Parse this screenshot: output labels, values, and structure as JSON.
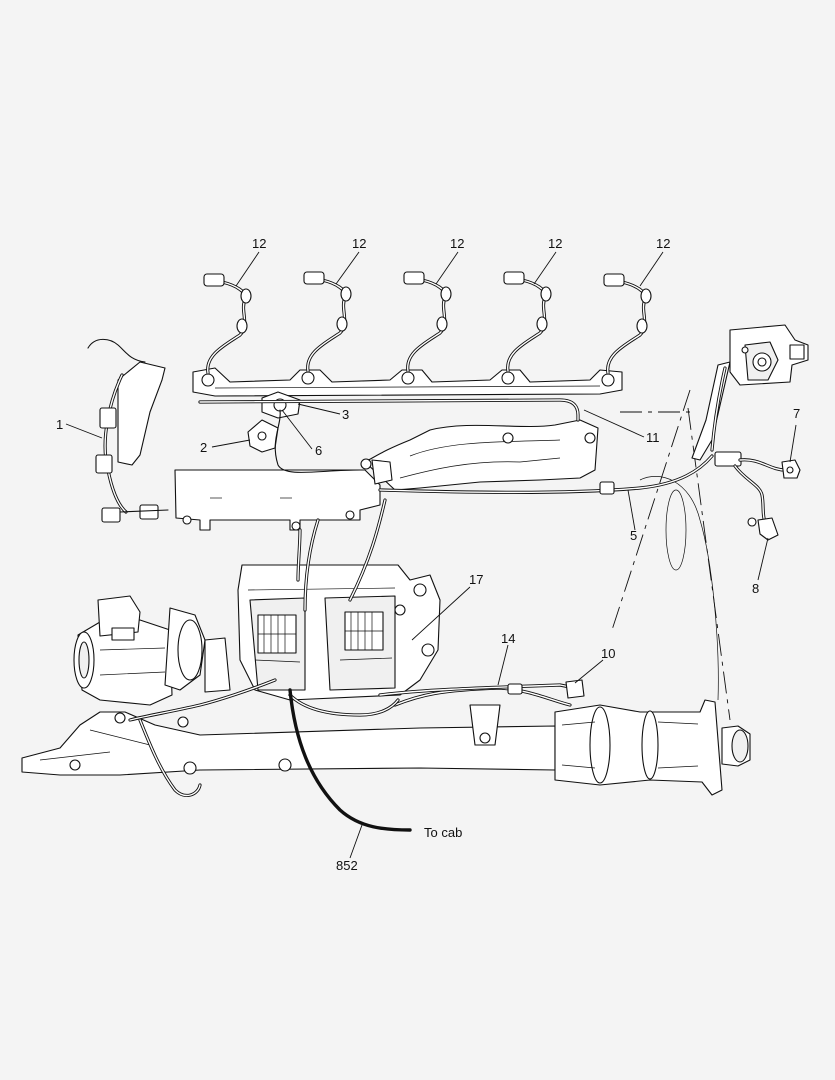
{
  "diagram": {
    "callouts": {
      "c1": "1",
      "c2": "2",
      "c3": "3",
      "c5": "5",
      "c6": "6",
      "c7": "7",
      "c8": "8",
      "c10": "10",
      "c11": "11",
      "c12a": "12",
      "c12b": "12",
      "c12c": "12",
      "c12d": "12",
      "c12e": "12",
      "c14": "14",
      "c17": "17",
      "c852": "852"
    },
    "to_cab_label": "To cab"
  }
}
